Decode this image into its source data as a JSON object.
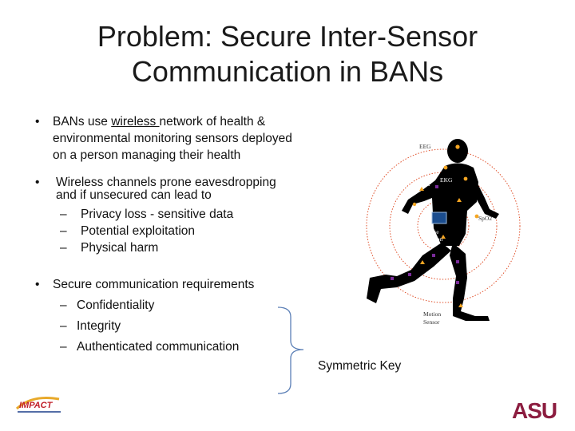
{
  "title": {
    "line1": "Problem: Secure Inter-Sensor",
    "line2": "Communication in BANs"
  },
  "bullets": {
    "b1": {
      "pre": "BANs use ",
      "underlined": "wireless ",
      "post": "network of health & environmental monitoring sensors deployed on a person managing their health"
    },
    "b2": {
      "text": "Wireless channels prone eavesdropping and if unsecured can lead to",
      "sub": [
        "Privacy loss - sensitive data",
        "Potential exploitation",
        "Physical harm"
      ]
    },
    "b3": {
      "text": "Secure communication requirements",
      "sub": [
        "Confidentiality",
        "Integrity",
        "Authenticated communication"
      ]
    }
  },
  "symmetric_key": "Symmetric Key",
  "figure_labels": {
    "eeg": "EEG",
    "ekg": "EKG",
    "bp": "BP",
    "spo2": "SpO2",
    "base": "Base",
    "station": "Station",
    "motion": "Motion",
    "sensor": "Sensor"
  },
  "logos": {
    "impact": "IMPACT",
    "asu": "ASU"
  },
  "colors": {
    "ring": "#e0502a",
    "sensor_dot": "#f5a623",
    "sensor_square": "#7a2b9a",
    "brace": "#5b7fb6",
    "asu_maroon": "#8c1d40"
  }
}
